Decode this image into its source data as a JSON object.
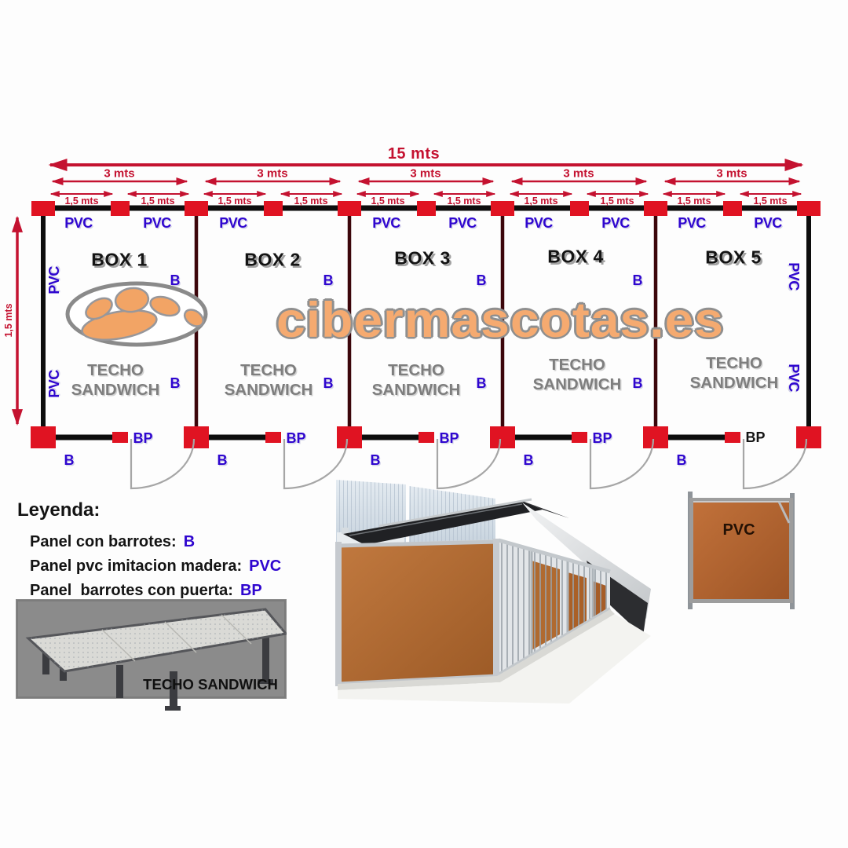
{
  "diagram": {
    "total_width_label": "15 mts",
    "box_width_label": "3 mts",
    "half_width_label": "1,5 mts",
    "height_label": "1,5 mts",
    "box_labels": [
      "BOX 1",
      "BOX 2",
      "BOX 3",
      "BOX 4",
      "BOX 5"
    ],
    "roof_text": "TECHO SANDWICH",
    "panel_codes": {
      "pvc": "PVC",
      "bars": "B",
      "door": "BP"
    }
  },
  "watermark": {
    "site": "cibermascotas.es"
  },
  "legend": {
    "title": "Leyenda:",
    "items": [
      {
        "label": "Panel con barrotes:",
        "code": "B"
      },
      {
        "label": "Panel pvc imitacion madera:",
        "code": "PVC"
      },
      {
        "label": "Panel  barrotes con puerta:",
        "code": "BP"
      }
    ]
  },
  "photos": {
    "roof_panel_caption": "TECHO SANDWICH",
    "pvc_panel_caption": "PVC"
  },
  "colors": {
    "dimension_red": "#c41230",
    "label_blue": "#2f06cf",
    "post_red": "#e01322",
    "divider_maroon": "#3c060b",
    "wood_brown": "#b2662f",
    "watermark_orange": "#f5aa70"
  }
}
